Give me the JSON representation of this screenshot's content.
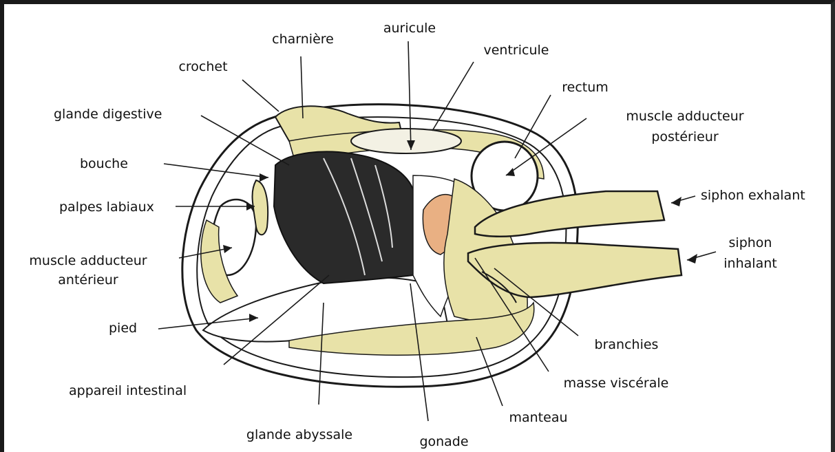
{
  "diagram": {
    "labels": {
      "charniere": "charnière",
      "auricule": "auricule",
      "ventricule": "ventricule",
      "crochet": "crochet",
      "rectum": "rectum",
      "glande_digestive": "glande digestive",
      "muscle_adducteur_posterieur_1": "muscle adducteur",
      "muscle_adducteur_posterieur_2": "postérieur",
      "bouche": "bouche",
      "siphon_exhalant": "siphon exhalant",
      "palpes_labiaux": "palpes labiaux",
      "siphon_inhalant_1": "siphon",
      "siphon_inhalant_2": "inhalant",
      "muscle_adducteur_anterieur_1": "muscle adducteur",
      "muscle_adducteur_anterieur_2": "antérieur",
      "pied": "pied",
      "branchies": "branchies",
      "appareil_intestinal": "appareil intestinal",
      "masse_viscerale": "masse viscérale",
      "manteau": "manteau",
      "glande_abyssale": "glande abyssale",
      "gonade": "gonade"
    },
    "colors": {
      "outline": "#1a1a1a",
      "tissue_yellow": "#e8e2a8",
      "gonad_dark": "#2a2a2a",
      "heart_orange": "#e9b083",
      "background": "#ffffff"
    }
  }
}
